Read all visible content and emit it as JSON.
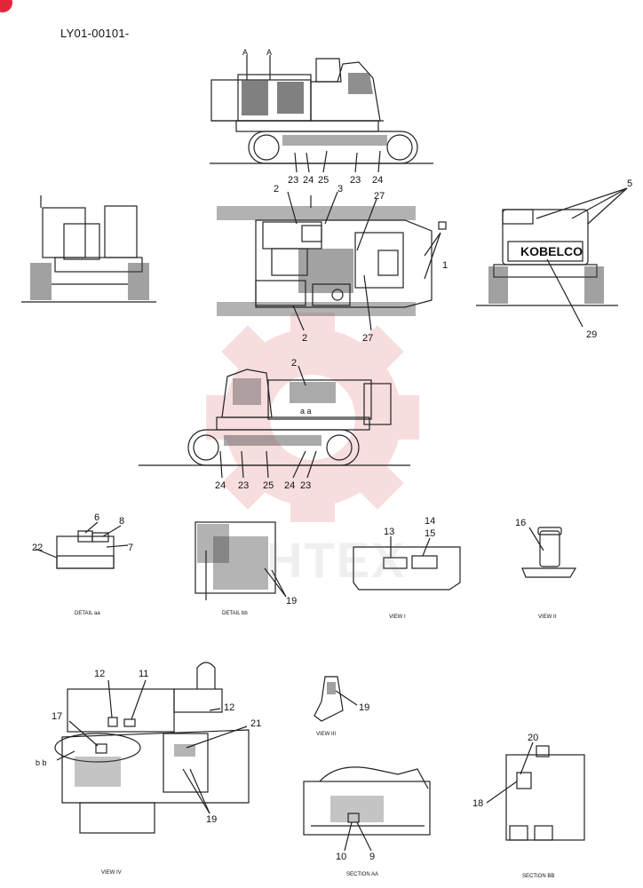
{
  "header": {
    "doc_code": "LY01-00101-"
  },
  "watermark": {
    "text": "HTEX",
    "color": "#f4c2c4"
  },
  "brand": {
    "logo_text": "KOBELCO"
  },
  "captions": {
    "detail_aa": "DETAIL aa",
    "detail_bb": "DETAIL bb",
    "view_1": "VIEW I",
    "view_2": "VIEW II",
    "view_3": "VIEW III",
    "view_4": "VIEW IV",
    "section_aa": "SECTION AA",
    "section_bb": "SECTION BB"
  },
  "markers": {
    "a": "A",
    "aa": "a a",
    "bb": "b b"
  },
  "callouts": {
    "c1": "1",
    "c2": "2",
    "c3": "3",
    "c5": "5",
    "c6": "6",
    "c7": "7",
    "c8": "8",
    "c9": "9",
    "c10": "10",
    "c11": "11",
    "c12": "12",
    "c13": "13",
    "c14": "14",
    "c15": "15",
    "c16": "16",
    "c17": "17",
    "c18": "18",
    "c19": "19",
    "c20": "20",
    "c21": "21",
    "c22": "22",
    "c23": "23",
    "c24": "24",
    "c25": "25",
    "c27": "27",
    "c29": "29"
  }
}
